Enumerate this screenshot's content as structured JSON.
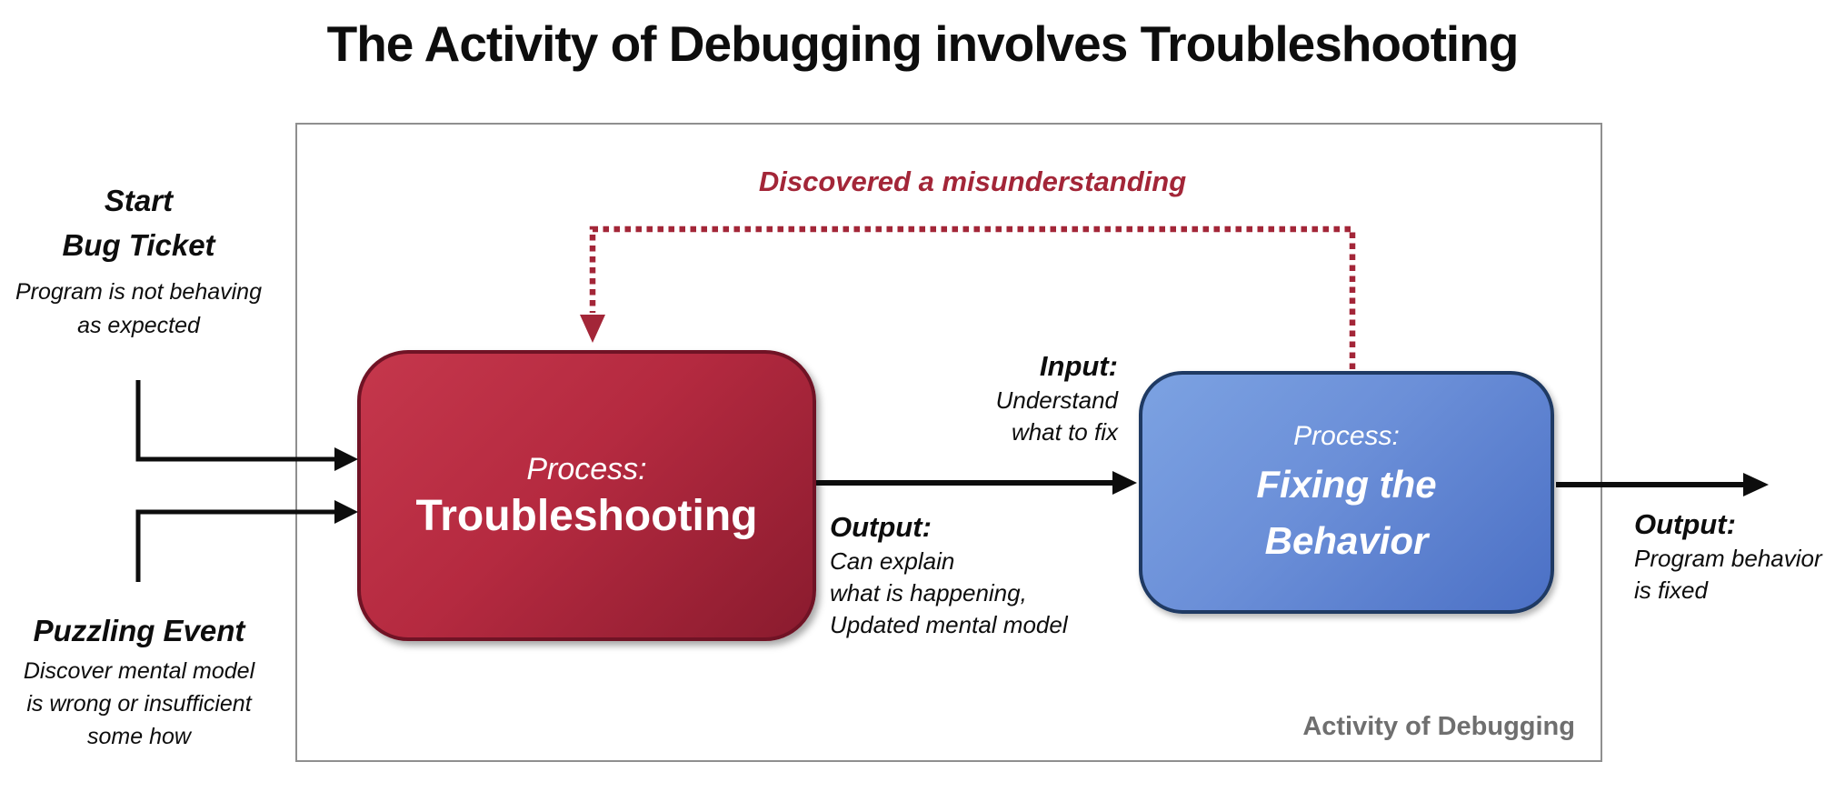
{
  "title": "The Activity of Debugging involves Troubleshooting",
  "frame": {
    "label": "Activity of Debugging"
  },
  "left_annotations": {
    "start": {
      "title_line1": "Start",
      "title_line2": "Bug Ticket",
      "desc_line1": "Program is not behaving",
      "desc_line2": "as expected"
    },
    "puzzling": {
      "title": "Puzzling Event",
      "desc_line1": "Discover mental model",
      "desc_line2": "is wrong or insufficient",
      "desc_line3": "some how"
    }
  },
  "boxes": {
    "troubleshooting": {
      "kicker": "Process:",
      "name": "Troubleshooting",
      "fill_top": "#c5374c",
      "fill_bottom": "#8a1b2e",
      "border_color": "#701325"
    },
    "fixing": {
      "kicker": "Process:",
      "name_line1": "Fixing the",
      "name_line2": "Behavior",
      "fill_top": "#7ca2e2",
      "fill_bottom": "#4b70c5",
      "border_color": "#1f3a63"
    }
  },
  "annotations": {
    "feedback": "Discovered a misunderstanding",
    "input": {
      "title": "Input:",
      "line1": "Understand",
      "line2": "what to fix"
    },
    "output_mid": {
      "title": "Output:",
      "line1": "Can explain",
      "line2": "what is happening,",
      "line3": "Updated mental model"
    },
    "output_right": {
      "title": "Output:",
      "line1": "Program behavior",
      "line2": "is fixed"
    }
  },
  "colors": {
    "feedback_red": "#a32638",
    "frame_gray": "#8f8f8f",
    "frame_label_gray": "#6f6f6f",
    "connector_black": "#0d0d0d"
  }
}
